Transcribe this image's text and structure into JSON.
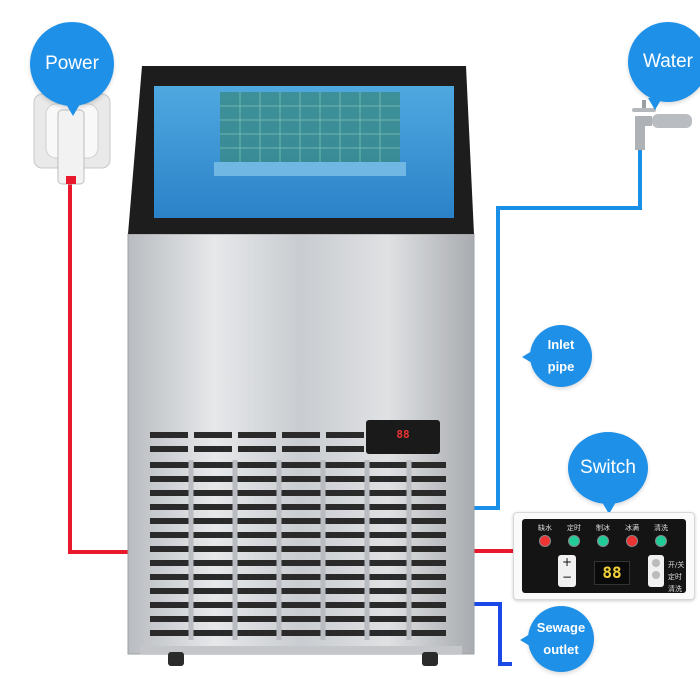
{
  "labels": {
    "power": "Power",
    "water": "Water",
    "inlet_line1": "Inlet",
    "inlet_line2": "pipe",
    "switch": "Switch",
    "sewage_line1": "Sewage",
    "sewage_line2": "outlet"
  },
  "control_panel": {
    "indicators": [
      {
        "label": "缺水",
        "color": "#e33333"
      },
      {
        "label": "定时",
        "color": "#2cc399"
      },
      {
        "label": "制冰",
        "color": "#2cc399"
      },
      {
        "label": "冰满",
        "color": "#e33333"
      },
      {
        "label": "清洗",
        "color": "#2cc399"
      }
    ],
    "display": "88",
    "plus": "+",
    "minus": "−",
    "right_label_1": "开/关",
    "right_label_2": "定时",
    "right_label_3": "清洗"
  },
  "machine_display": "88",
  "colors": {
    "accent_blue": "#1e90e8",
    "power_line": "#e8192c",
    "water_line": "#1a8fe8",
    "drain_line": "#1a49e8"
  }
}
